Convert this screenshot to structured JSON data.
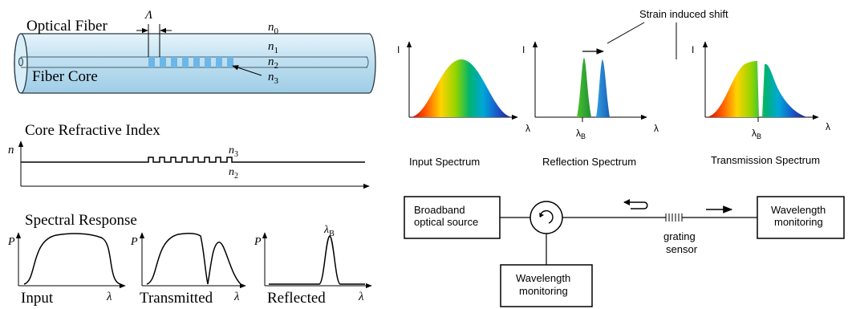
{
  "left_panel": {
    "fiber": {
      "optical_fiber_label": "Optical Fiber",
      "fiber_core_label": "Fiber Core",
      "period_symbol": "Λ",
      "index_labels": [
        {
          "base": "n",
          "sub": "0"
        },
        {
          "base": "n",
          "sub": "1"
        },
        {
          "base": "n",
          "sub": "2"
        },
        {
          "base": "n",
          "sub": "3"
        }
      ]
    },
    "index_profile": {
      "title": "Core Refractive Index",
      "y_label": "n",
      "upper_label": {
        "base": "n",
        "sub": "3"
      },
      "lower_label": {
        "base": "n",
        "sub": "2"
      }
    },
    "spectral": {
      "title": "Spectral Response",
      "plots": [
        {
          "y_label": "P",
          "x_label": "λ",
          "caption": "Input"
        },
        {
          "y_label": "P",
          "x_label": "λ",
          "caption": "Transmitted"
        },
        {
          "y_label": "P",
          "x_label": "λ",
          "caption": "Reflected",
          "peak_label": {
            "base": "λ",
            "sub": "B"
          }
        }
      ]
    }
  },
  "right_panel": {
    "strain_label": "Strain induced shift",
    "spectra": [
      {
        "y_label": "I",
        "x_label": "λ",
        "caption": "Input Spectrum"
      },
      {
        "y_label": "I",
        "x_label": "λ",
        "caption": "Reflection Spectrum",
        "tick_label": {
          "base": "λ",
          "sub": "B"
        }
      },
      {
        "y_label": "I",
        "x_label": "λ",
        "caption": "Transmission Spectrum",
        "tick_label": {
          "base": "λ",
          "sub": "B"
        }
      }
    ],
    "setup": {
      "source_label": [
        "Broadband",
        "optical source"
      ],
      "sensor_label": [
        "grating",
        "sensor"
      ],
      "monitor_right_label": [
        "Wavelength",
        "monitoring"
      ],
      "monitor_bottom_label": [
        "Wavelength",
        "monitoring"
      ]
    }
  },
  "colors": {
    "fiber_fill": "#cde7f4",
    "fiber_stroke": "#2b3a44",
    "grating": "#6cb6e8",
    "ink": "#000000"
  }
}
